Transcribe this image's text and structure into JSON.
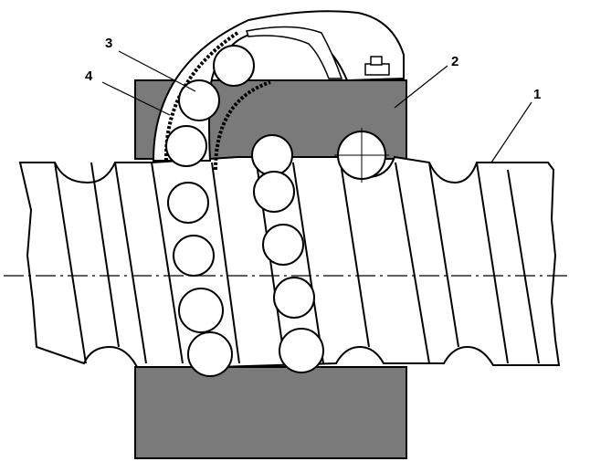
{
  "callouts": [
    {
      "id": "1",
      "label": "1",
      "part": "screw"
    },
    {
      "id": "2",
      "label": "2",
      "part": "nut"
    },
    {
      "id": "3",
      "label": "3",
      "part": "return-tube"
    },
    {
      "id": "4",
      "label": "4",
      "part": "balls"
    }
  ],
  "colors": {
    "nut_fill": "#7a7a7a",
    "line": "#000000",
    "background": "#ffffff",
    "ball_fill": "#ffffff"
  }
}
